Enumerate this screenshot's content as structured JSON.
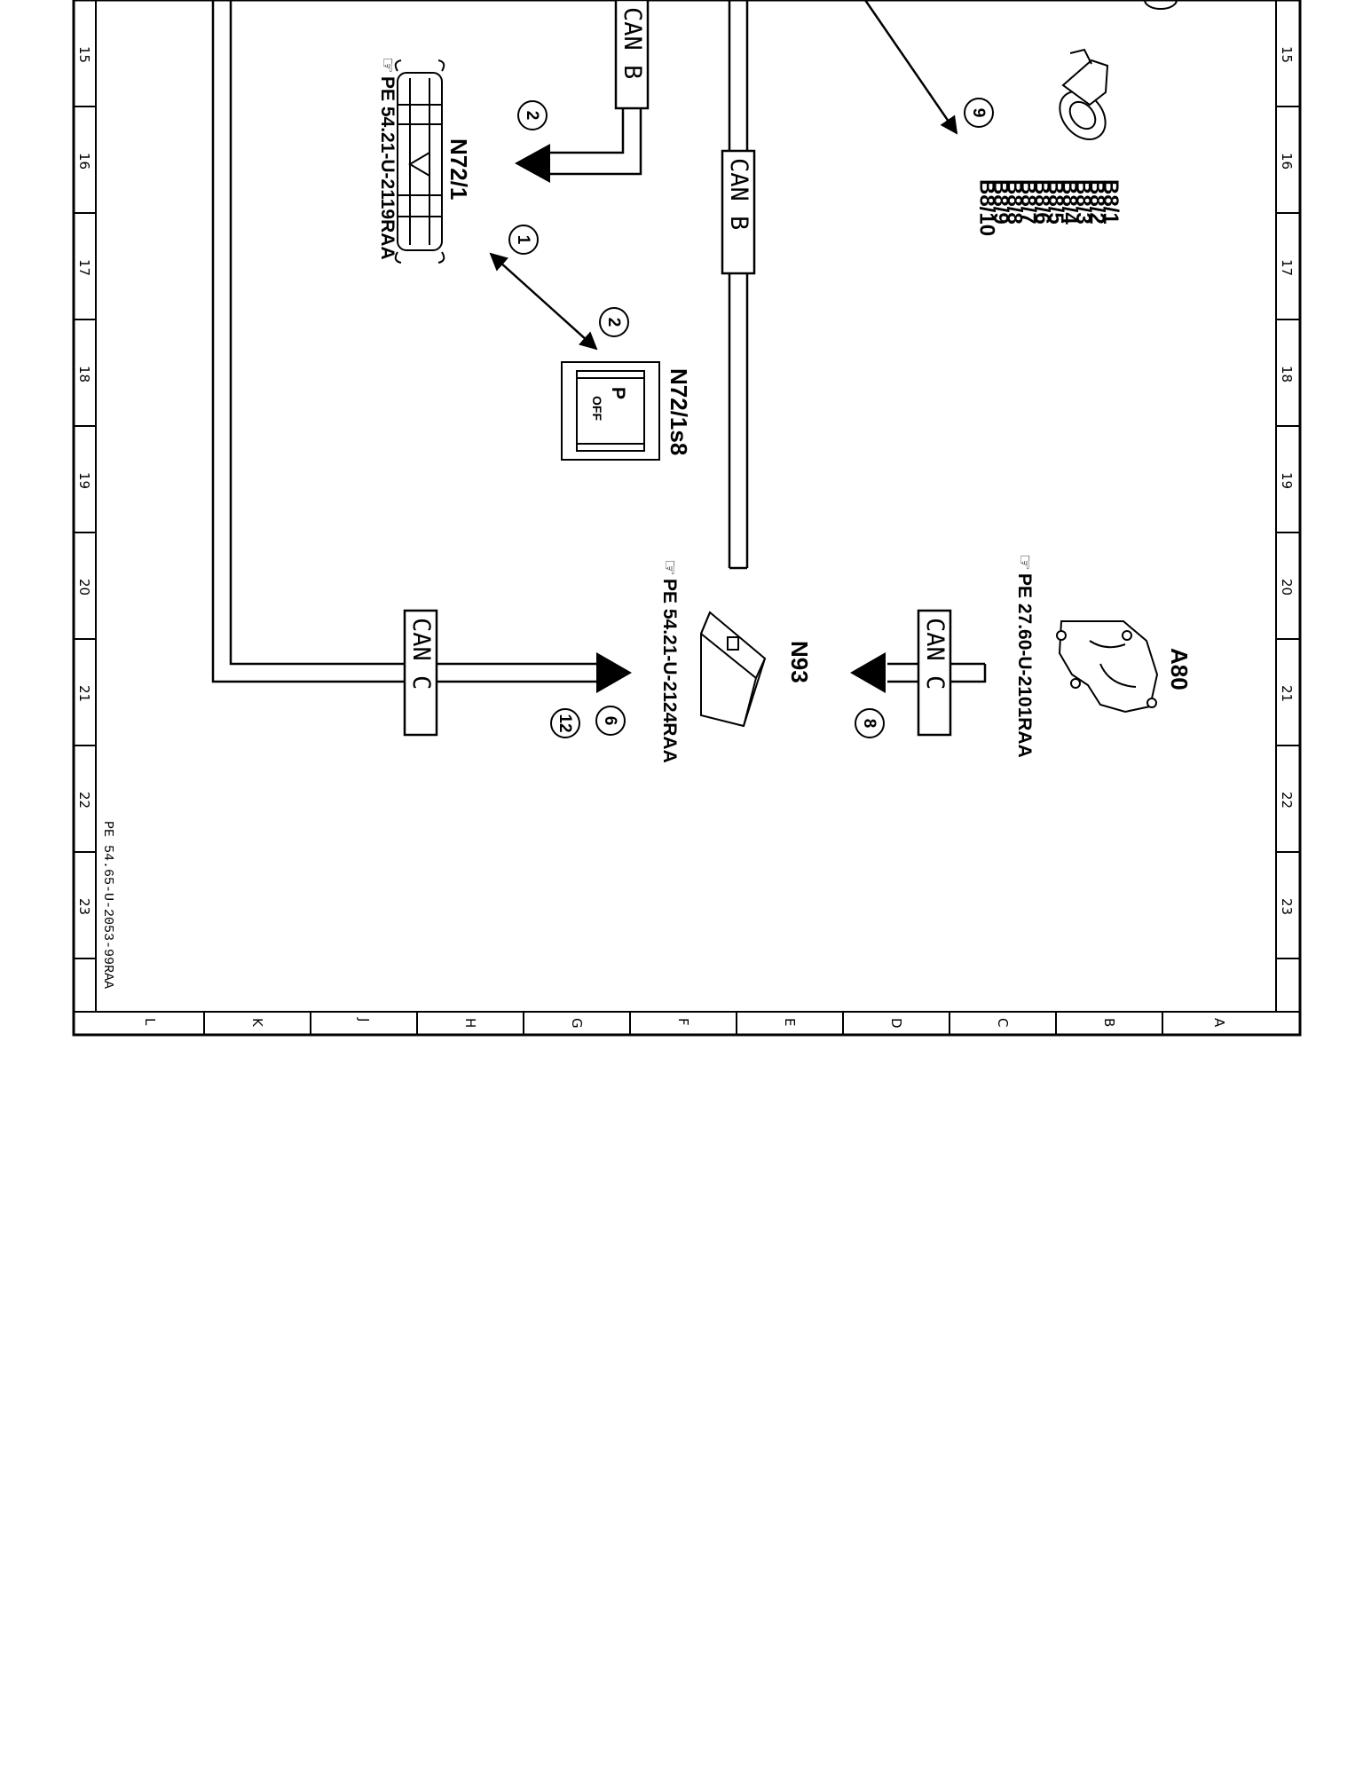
{
  "drawing_id": "PE 54.65-U-2053-99RAA",
  "grid": {
    "row_numbers": [
      "15",
      "16",
      "17",
      "18",
      "19",
      "20",
      "21",
      "22",
      "23"
    ],
    "column_letters": [
      "L",
      "K",
      "J",
      "H",
      "G",
      "F",
      "E",
      "D",
      "C",
      "B",
      "A"
    ]
  },
  "buses": {
    "can_b_top": "CAN B",
    "can_b_mid": "CAN B",
    "can_c_left": "CAN C",
    "can_c_right": "CAN C"
  },
  "components": {
    "n72_1": {
      "label": "N72/1",
      "ref": "PE 54.21-U-2119RAA"
    },
    "n72_1s8": {
      "label": "N72/1s8",
      "switch_top": "P",
      "switch_bottom": "OFF"
    },
    "n93": {
      "label": "N93",
      "ref": "PE 54.21-U-2124RAA"
    },
    "a80": {
      "label": "A80",
      "ref": "PE 27.60-U-2101RAA"
    },
    "b8_sensors": [
      "B8/1",
      "B8/2",
      "B8/3",
      "B8/4",
      "B8/5",
      "B8/6",
      "B8/7",
      "B8/8",
      "B8/9",
      "B8/10"
    ]
  },
  "callouts": {
    "c9": "9",
    "c2_n72": "2",
    "c1": "1",
    "c2_switch": "2",
    "c6": "6",
    "c12": "12",
    "c8": "8"
  }
}
